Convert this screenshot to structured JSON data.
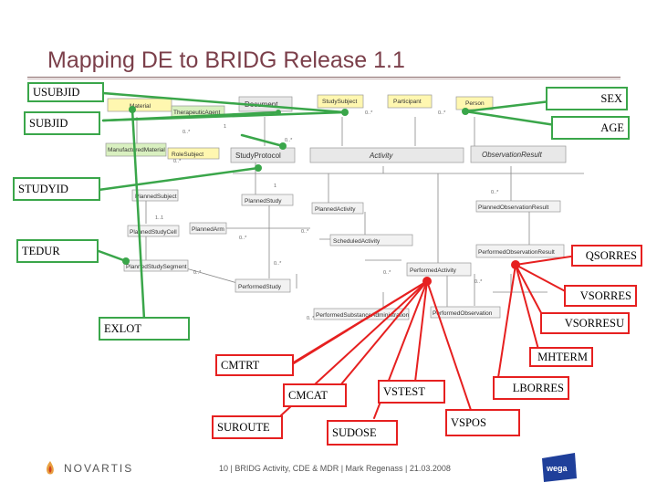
{
  "slide": {
    "title": "Mapping DE to BRIDG Release 1.1",
    "footer": "10 | BRIDG Activity, CDE & MDR | Mark Regenass | 21.03.2008",
    "company": "NOVARTIS",
    "badge_text": "wega"
  },
  "uml_classes": [
    "Material",
    "TherapeuticAgent",
    "Document",
    "StudySubject",
    "Participant",
    "Person",
    "ManufacturedMaterial",
    "RoleSubject",
    "StudyProtocol",
    "Activity",
    "ObservationResult",
    "PlannedStudy",
    "PlannedActivity",
    "PlannedObservationResult",
    "PlannedSubject",
    "PlannedStudyCell",
    "PlannedArm",
    "ScheduledActivity",
    "PlannedStudySegment",
    "PerformedObservationResult",
    "PerformedActivity",
    "PerformedStudy",
    "PerformedObservation",
    "PerformedSubstanceAdministration"
  ],
  "data_elements": {
    "usubjid": "USUBJID",
    "subjid": "SUBJID",
    "studyid": "STUDYID",
    "tedur": "TEDUR",
    "exlot": "EXLOT",
    "cmtrt": "CMTRT",
    "cmcat": "CMCAT",
    "suroute": "SUROUTE",
    "sudose": "SUDOSE",
    "vstest": "VSTEST",
    "vspos": "VSPOS",
    "lborres": "LBORRES",
    "mhterm": "MHTERM",
    "vsorresu": "VSORRESU",
    "vsorres": "VSORRES",
    "qsorres": "QSORRES",
    "sex": "SEX",
    "age": "AGE"
  },
  "colors": {
    "green_connector": "#3aa64a",
    "red_connector": "#e62020",
    "title": "#7b3f4a"
  }
}
